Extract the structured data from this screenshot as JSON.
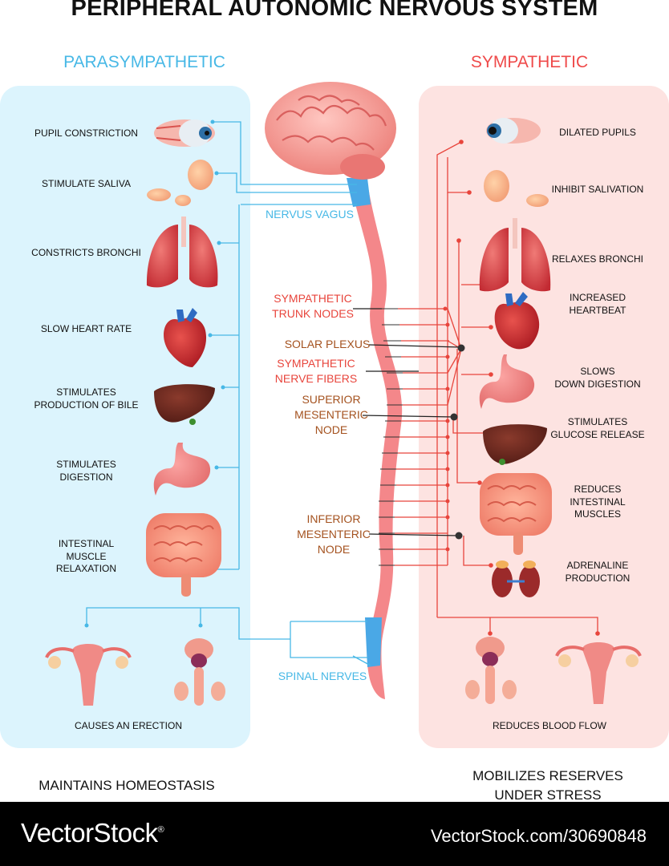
{
  "title": "PERIPHERAL AUTONOMIC NERVOUS SYSTEM",
  "parasympathetic": {
    "heading": "PARASYMPATHETIC",
    "effects": [
      "PUPIL CONSTRICTION",
      "STIMULATE SALIVA",
      "CONSTRICTS BRONCHI",
      "SLOW HEART RATE",
      "STIMULATES\nPRODUCTION OF BILE",
      "STIMULATES\nDIGESTION",
      "INTESTINAL\nMUSCLE\nRELAXATION",
      "CAUSES AN ERECTION"
    ],
    "summary": "MAINTAINS HOMEOSTASIS"
  },
  "sympathetic": {
    "heading": "SYMPATHETIC",
    "effects": [
      "DILATED PUPILS",
      "INHIBIT SALIVATION",
      "RELAXES BRONCHI",
      "INCREASED\nHEARTBEAT",
      "SLOWS\nDOWN DIGESTION",
      "STIMULATES\nGLUCOSE RELEASE",
      "REDUCES\nINTESTINAL\nMUSCLES",
      "ADRENALINE\nPRODUCTION",
      "REDUCES BLOOD FLOW"
    ],
    "summary": "MOBILIZES RESERVES\nUNDER STRESS"
  },
  "spine_labels": {
    "nervus_vagus": "NERVUS VAGUS",
    "sympathetic_trunk_nodes": "SYMPATHETIC\nTRUNK NODES",
    "solar_plexus": "SOLAR PLEXUS",
    "sympathetic_nerve_fibers": "SYMPATHETIC\nNERVE FIBERS",
    "superior_mesenteric_node": "SUPERIOR\nMESENTERIC\nNODE",
    "inferior_mesenteric_node": "INFERIOR\nMESENTERIC\nNODE",
    "spinal_nerves": "SPINAL NERVES"
  },
  "watermark": {
    "brand": "VectorStock",
    "brand_mark": "®",
    "url": "VectorStock.com/30690848"
  },
  "colors": {
    "parasympathetic_accent": "#47b8e6",
    "sympathetic_accent": "#ef4a4a",
    "node_label": "#a4521f",
    "parasympathetic_panel": "#dcf4fd",
    "sympathetic_panel": "#fde3e1"
  },
  "icons": [
    "brain-icon",
    "eye-icon",
    "salivary-gland-icon",
    "lungs-icon",
    "heart-icon",
    "liver-icon",
    "stomach-icon",
    "intestines-icon",
    "kidneys-icon",
    "female-reproductive-icon",
    "male-reproductive-icon",
    "spinal-cord-icon"
  ]
}
